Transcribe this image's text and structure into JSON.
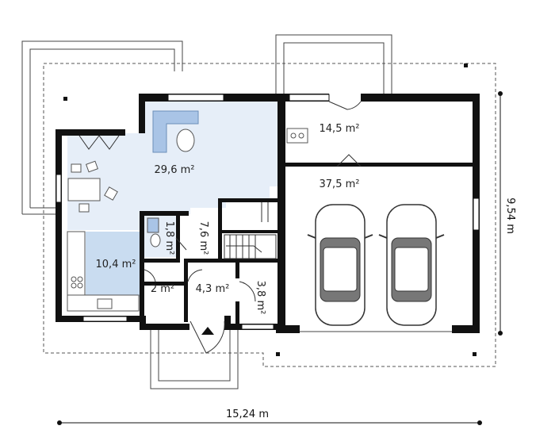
{
  "plan": {
    "rooms": {
      "living": "29,6 m²",
      "kitchen": "10,4 m²",
      "wc": "1,8 m²",
      "stair_hall": "7,6 m²",
      "storage": "2 m²",
      "hall": "4,3 m²",
      "boiler": "3,8 m²",
      "utility": "14,5 m²",
      "garage": "37,5 m²"
    },
    "dimensions": {
      "width": "15,24 m",
      "depth": "9,54 m"
    }
  },
  "colors": {
    "wall": "#111111",
    "living_floor": "#e6eef8",
    "kitchen_floor": "#c9dcf0",
    "fixture_fill": "#a9c4e6",
    "outline": "#555555"
  }
}
